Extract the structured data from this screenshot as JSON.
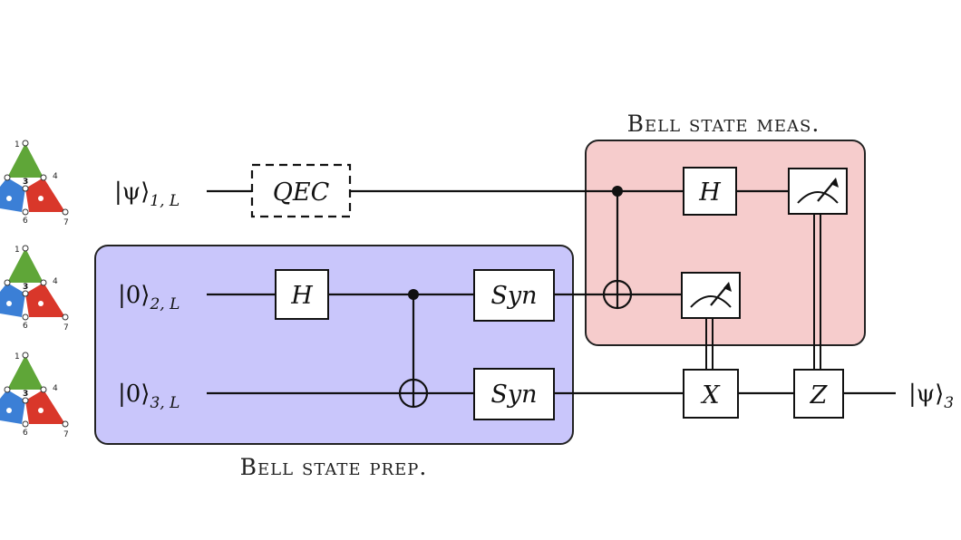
{
  "colors": {
    "prep_region": "#c9c6fb",
    "meas_region": "#f6cccc",
    "tri_green": "#5fa638",
    "tri_blue": "#3b7fd6",
    "tri_red": "#d9372a"
  },
  "regions": {
    "prep_label": "Bell state prep.",
    "meas_label": "Bell state meas."
  },
  "qubits": [
    {
      "ket": "|ψ⟩",
      "sub": "1, L"
    },
    {
      "ket": "|0⟩",
      "sub": "2, L"
    },
    {
      "ket": "|0⟩",
      "sub": "3, L"
    }
  ],
  "output": {
    "ket": "|ψ⟩",
    "sub": "3"
  },
  "gates": {
    "qec": "QEC",
    "h_prep": "H",
    "syn_2": "Syn",
    "syn_3": "Syn",
    "h_meas": "H",
    "x_corr": "X",
    "z_corr": "Z"
  },
  "tri_labels": [
    "1",
    "3",
    "4",
    "6",
    "7"
  ]
}
